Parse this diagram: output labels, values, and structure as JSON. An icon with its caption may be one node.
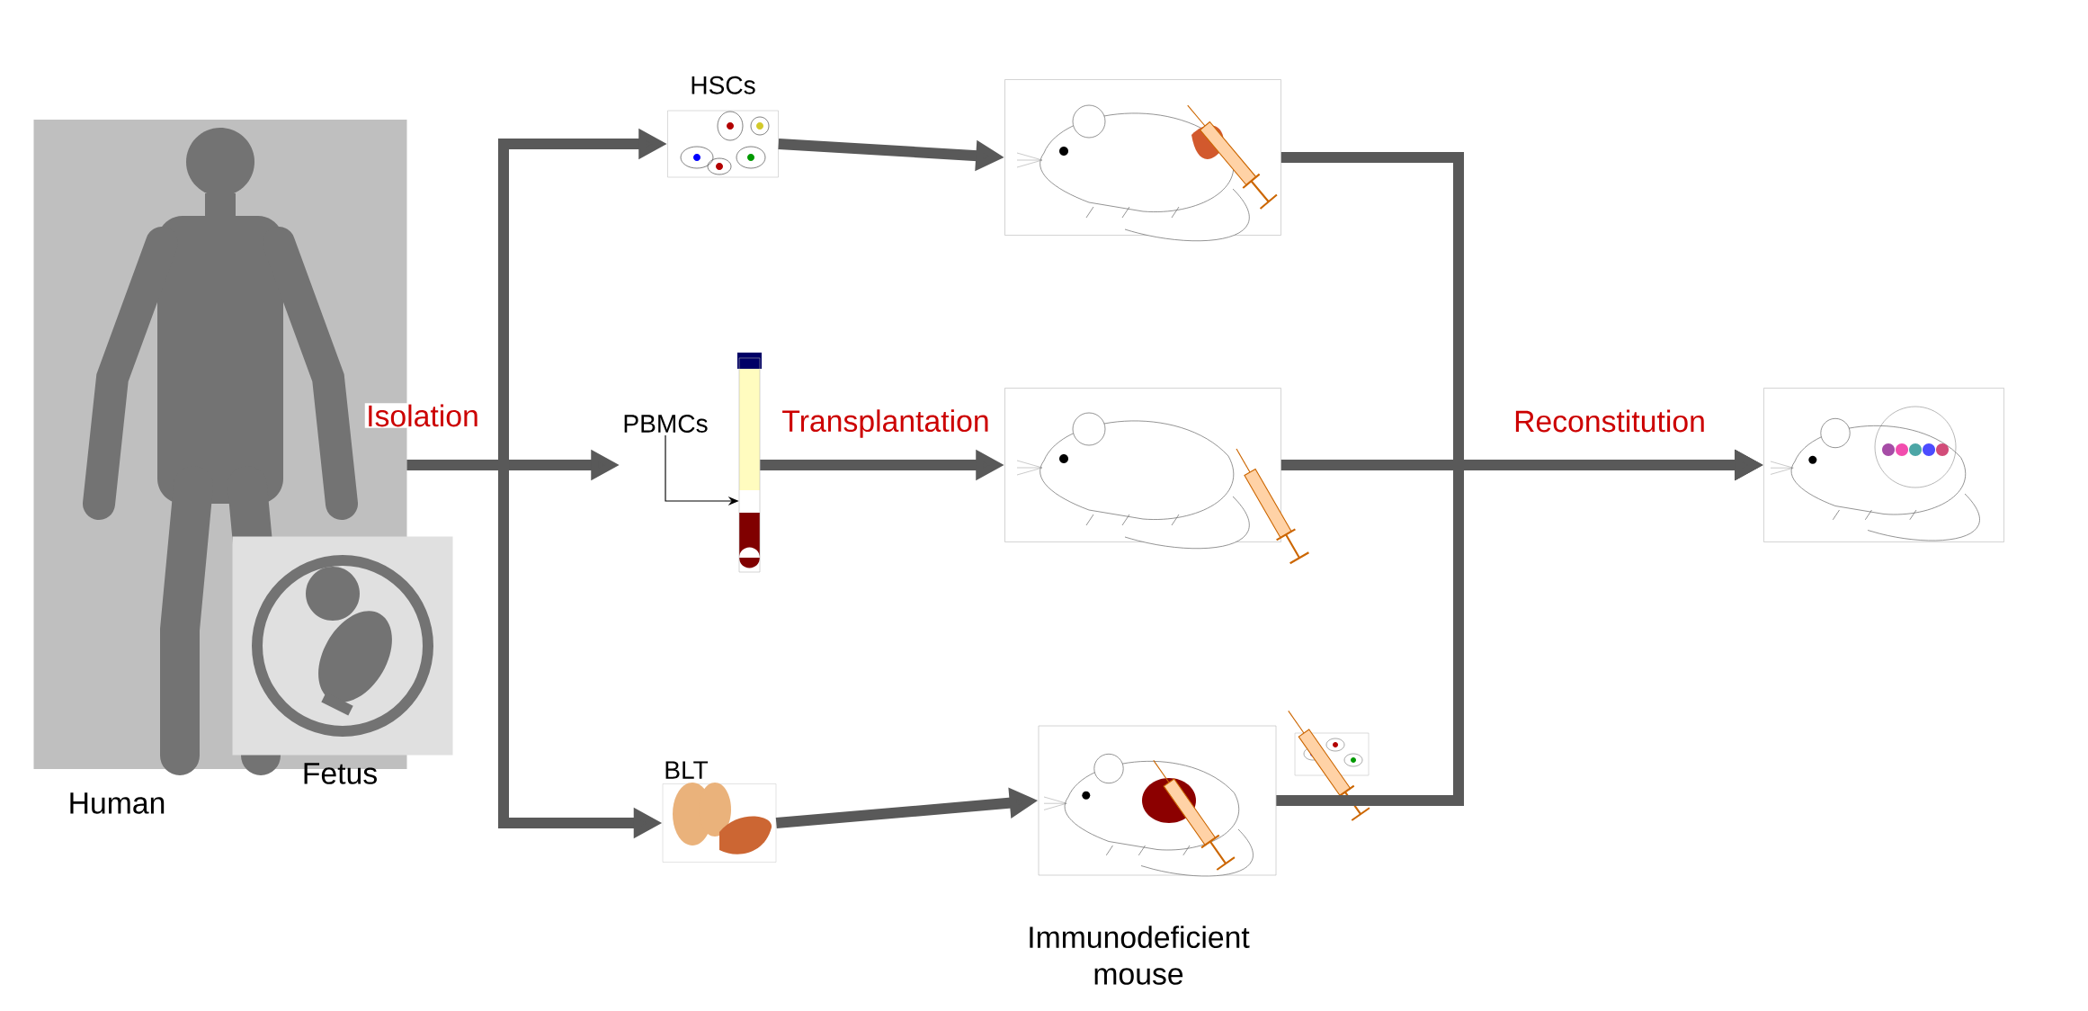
{
  "diagram": {
    "nodes": [
      {
        "text": [
          "Human"
        ]
      },
      {
        "text": [
          "Fetus"
        ]
      },
      {
        "text": [
          "HSCs"
        ]
      },
      {
        "text": [
          "PBMCs"
        ]
      },
      {
        "text": [],
        "shape": "picture"
      },
      {
        "text": [
          "BLT"
        ]
      },
      {
        "text": [],
        "shape": "picture"
      },
      {
        "text": [],
        "shape": "picture"
      },
      {
        "text": [],
        "shape": "picture"
      },
      {
        "text": [],
        "shape": "picture"
      }
    ],
    "edges": [
      {
        "from": 0,
        "to": 2,
        "arrow": "to"
      },
      {
        "from": 0,
        "to": 3,
        "arrow": "to",
        "label": "Isolation"
      },
      {
        "from": 0,
        "to": 5,
        "arrow": "to"
      },
      {
        "from": 3,
        "to": 4,
        "arrow": "to",
        "color": "#000000"
      },
      {
        "from": 4,
        "to": 7,
        "arrow": "to",
        "label": "Transplantation"
      },
      {
        "from": 2,
        "to": 6,
        "arrow": "to"
      },
      {
        "from": 5,
        "to": 8,
        "arrow": "to"
      },
      {
        "from": 6,
        "to": 9,
        "arrow": "to"
      },
      {
        "from": 7,
        "to": 9,
        "arrow": "to",
        "label": "Reconstitution"
      },
      {
        "from": 8,
        "to": 9,
        "arrow": "to"
      }
    ],
    "labels": [
      "Immunodeficient mouse"
    ]
  }
}
